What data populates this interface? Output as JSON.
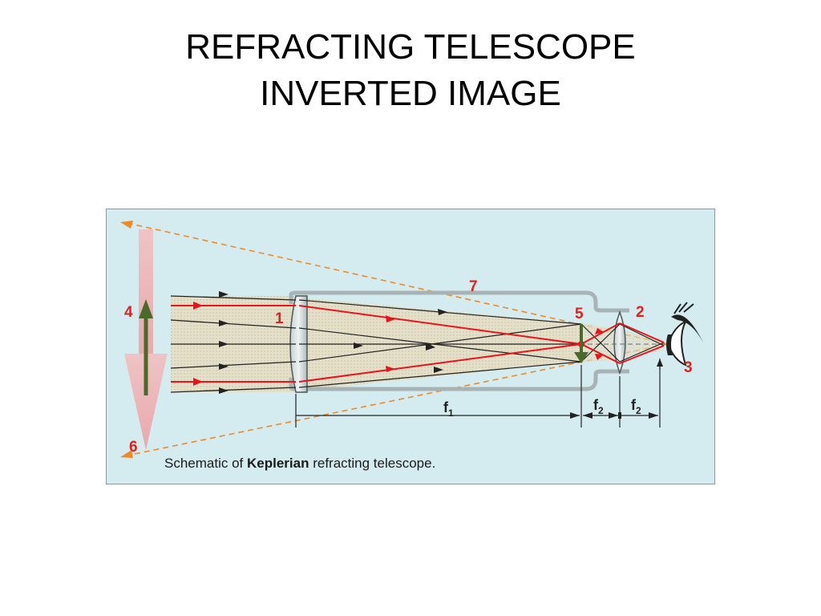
{
  "title": {
    "line1": "REFRACTING TELESCOPE",
    "line2": "INVERTED IMAGE"
  },
  "diagram": {
    "caption_before": "Schematic of ",
    "caption_bold": "Keplerian",
    "caption_after": " refracting telescope.",
    "labels": {
      "objective_lens": "1",
      "eyepiece_lens": "2",
      "eye": "3",
      "object": "4",
      "real_image": "5",
      "virtual_image": "6",
      "tube": "7"
    },
    "dimensions": {
      "f1": "f",
      "f1_sub": "1",
      "f2a": "f",
      "f2a_sub": "2",
      "f2b": "f",
      "f2b_sub": "2"
    },
    "colors": {
      "background": "#d4ecf0",
      "ray_red": "#e8141b",
      "label_red": "#e0201c",
      "arrow_green": "#4a6a2a",
      "dashed_orange": "#ee8a25",
      "tube_gray": "#a7b3b5",
      "beam_fill": "#e4dcc4",
      "object_pink": "#edb7b9"
    }
  }
}
